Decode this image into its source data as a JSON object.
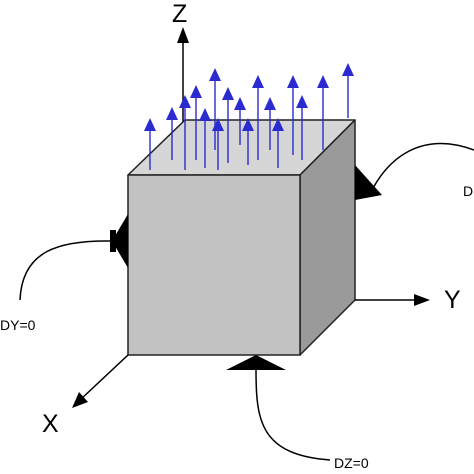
{
  "axes": {
    "z_label": "Z",
    "y_label": "Y",
    "x_label": "X"
  },
  "constraints": {
    "dy_label": "DY=0",
    "dz_label": "DZ=0",
    "dx_label_partial": "D"
  },
  "colors": {
    "cube_front": "#c2c2c2",
    "cube_top": "#d6d6d6",
    "cube_side": "#9a9a9a",
    "cube_edge": "#222222",
    "load_arrow": "#2b2bd0",
    "support": "#000000"
  },
  "load": {
    "arrow_count": 17,
    "direction": "+Z"
  },
  "icons": [
    "triangle-support-icon",
    "arrow-up-icon",
    "axis-arrow-icon"
  ]
}
